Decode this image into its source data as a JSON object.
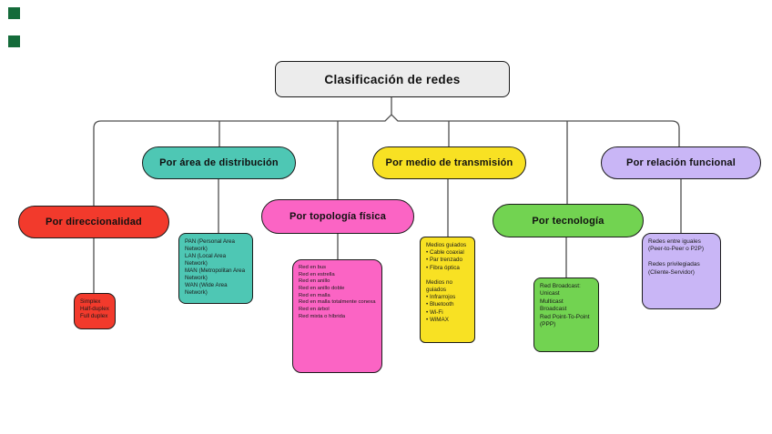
{
  "root": {
    "label": "Clasificación de redes",
    "fill": "#ececec"
  },
  "markers": {
    "color": "#146b3a"
  },
  "connector_color": "#4f4f4f",
  "branches": [
    {
      "id": "direccionalidad",
      "label": "Por direccionalidad",
      "color": "#f23a2c",
      "details": "Simplex\nHalf-duplex\nFull duplex"
    },
    {
      "id": "area-de-distribucion",
      "label": "Por área de distribución",
      "color": "#4ec7b4",
      "details": "PAN (Personal Area\nNetwork)\nLAN (Local Area\nNetwork)\nMAN (Metropolitan Area\nNetwork)\nWAN (Wide Area\nNetwork)"
    },
    {
      "id": "topologia-fisica",
      "label": "Por topología física",
      "color": "#fb64c4",
      "details": "Red en bus\nRed en estrella\nRed en anillo\nRed en anillo doble\nRed en malla\nRed en malla totalmente conexa\nRed en árbol\nRed mixta o híbrida"
    },
    {
      "id": "medio-de-transmision",
      "label": "Por medio de transmisión",
      "color": "#f8e123",
      "details": "Medios guiados\n• Cable coaxial\n• Par trenzado\n• Fibra óptica\n\nMedios no\nguiados\n• Infrarrojos\n• Bluetooth\n• Wi-Fi\n• WiMAX"
    },
    {
      "id": "tecnologia",
      "label": "Por tecnología",
      "color": "#72d351",
      "details": "Red Broadcast:\nUnicast\nMulticast\nBroadcast\nRed Point-To-Point\n(PPP)"
    },
    {
      "id": "relacion-funcional",
      "label": "Por relación funcional",
      "color": "#c9b6f6",
      "details": "Redes entre iguales\n(Peer-to-Peer o P2P)\n\nRedes privilegiadas\n(Cliente-Servidor)"
    }
  ]
}
